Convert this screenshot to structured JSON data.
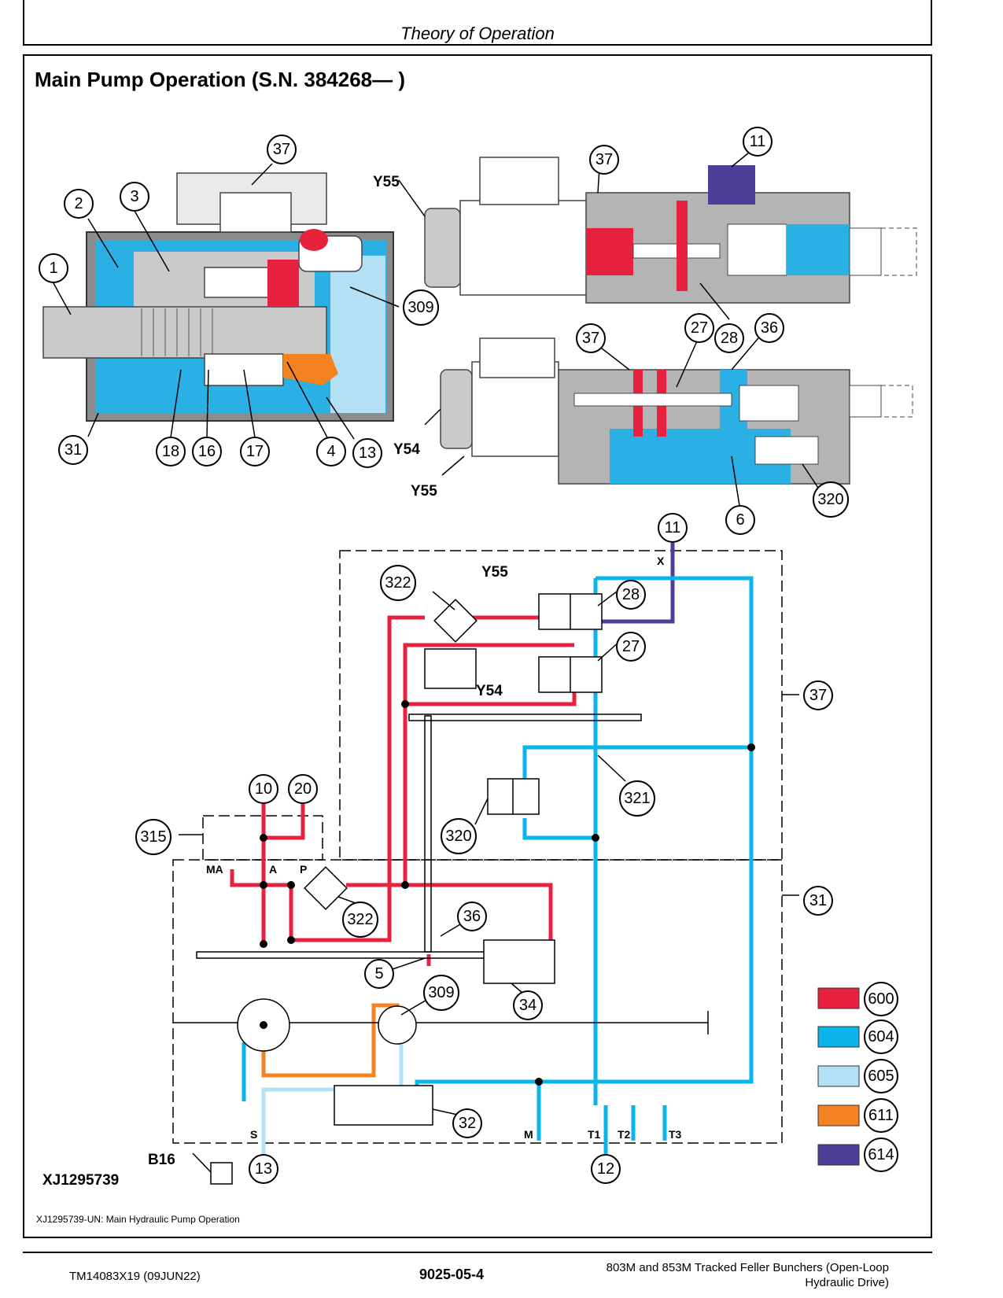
{
  "header": {
    "title": "Theory of Operation"
  },
  "section_title": "Main Pump Operation (S.N. 384268— )",
  "figure_id": "XJ1295739",
  "caption": "XJ1295739-UN: Main Hydraulic Pump Operation",
  "footer": {
    "doc_code": "TM14083X19 (09JUN22)",
    "page_number": "9025-05-4",
    "title_line1": "803M and 853M Tracked Feller Bunchers (Open-Loop",
    "title_line2": "Hydraulic Drive)"
  },
  "callouts": {
    "c1": "1",
    "c2": "2",
    "c3": "3",
    "c37a": "37",
    "c309a": "309",
    "c31a": "31",
    "c18": "18",
    "c16": "16",
    "c17": "17",
    "c4": "4",
    "c13a": "13",
    "c37b": "37",
    "c11a": "11",
    "c28a": "28",
    "c37c": "37",
    "c27a": "27",
    "c36a": "36",
    "c6": "6",
    "c320a": "320",
    "c11b": "11",
    "c322a": "322",
    "c28b": "28",
    "c27b": "27",
    "c37d": "37",
    "c321": "321",
    "c320b": "320",
    "c10": "10",
    "c20": "20",
    "c315": "315",
    "c322b": "322",
    "c36b": "36",
    "c31b": "31",
    "c5": "5",
    "c34": "34",
    "c309b": "309",
    "c32": "32",
    "c13b": "13",
    "c12": "12"
  },
  "labels": {
    "y55a": "Y55",
    "y54a": "Y54",
    "y55b": "Y55",
    "y55c": "Y55",
    "y54b": "Y54",
    "b16": "B16"
  },
  "ports": {
    "x": "X",
    "ma": "MA",
    "a": "A",
    "p": "P",
    "s": "S",
    "m": "M",
    "t1": "T1",
    "t2": "T2",
    "t3": "T3"
  },
  "legend": [
    {
      "code": "600",
      "color": "#e8213f"
    },
    {
      "code": "604",
      "color": "#0bb4ea"
    },
    {
      "code": "605",
      "color": "#b4e0f5"
    },
    {
      "code": "611",
      "color": "#f58220"
    },
    {
      "code": "614",
      "color": "#4b3f97"
    }
  ]
}
